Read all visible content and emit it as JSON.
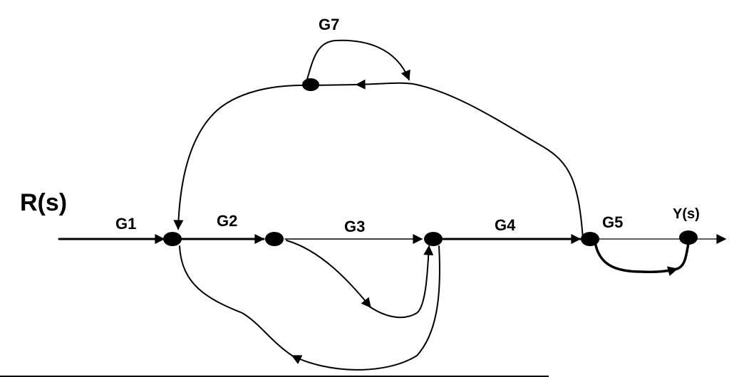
{
  "diagram": {
    "input_label": "R(s)",
    "output_label": "Y(s)",
    "gains": {
      "g1": "G1",
      "g2": "G2",
      "g3": "G3",
      "g4": "G4",
      "g5": "G5",
      "g7": "G7"
    }
  }
}
